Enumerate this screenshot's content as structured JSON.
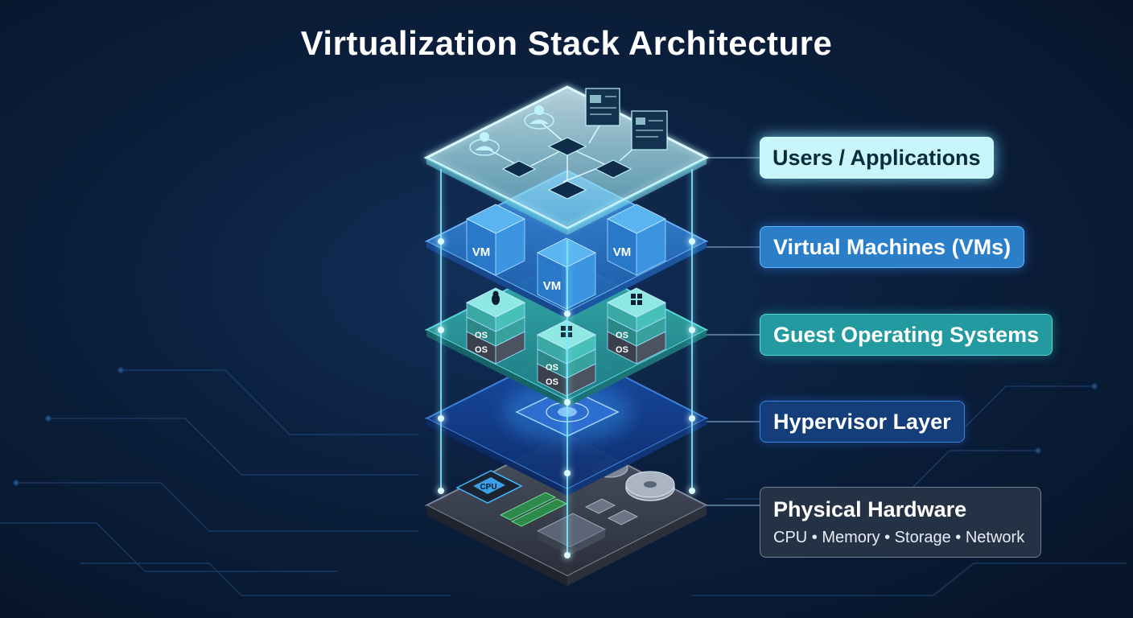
{
  "title": "Virtualization Stack Architecture",
  "layers": {
    "users": {
      "label": "Users / Applications"
    },
    "vms": {
      "label": "Virtual Machines (VMs)",
      "box_label": "VM"
    },
    "guest_os": {
      "label": "Guest Operating Systems",
      "box_label": "OS"
    },
    "hypervisor": {
      "label": "Hypervisor Layer"
    },
    "hardware": {
      "label": "Physical Hardware",
      "components": "CPU • Memory • Storage • Network",
      "chip_label": "CPU"
    }
  },
  "colors": {
    "users_layer": "#bff3fb",
    "vm_layer": "#2f7fd0",
    "os_layer": "#2ba6a4",
    "hypervisor_layer": "#1d4fa8",
    "hardware_layer": "#3a4150",
    "glow": "#7fe8ff"
  },
  "icons": [
    "user-icon",
    "window-icon",
    "linux-icon",
    "windows-icon",
    "disk-icon",
    "chip-icon"
  ]
}
